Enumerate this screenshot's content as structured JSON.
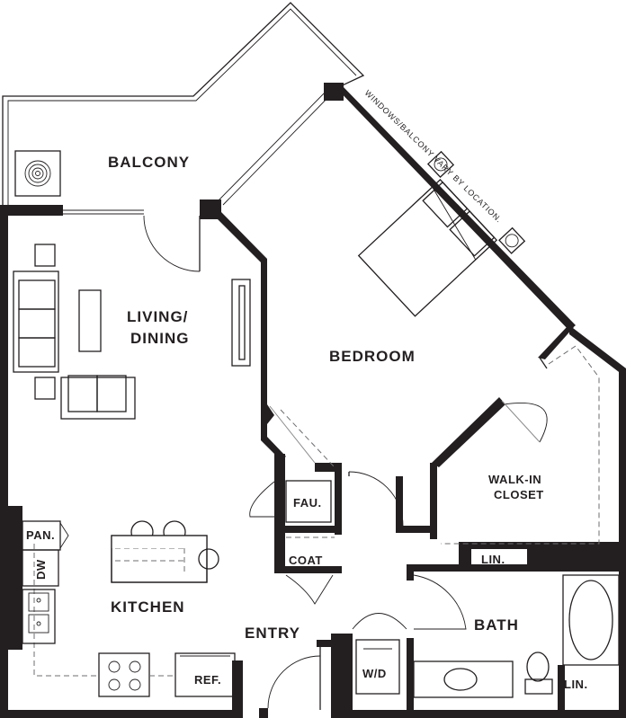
{
  "rooms": {
    "balcony": "BALCONY",
    "living_line1": "LIVING/",
    "living_line2": "DINING",
    "bedroom": "BEDROOM",
    "closet_line1": "WALK-IN",
    "closet_line2": "CLOSET",
    "kitchen": "KITCHEN",
    "entry": "ENTRY",
    "bath": "BATH"
  },
  "fixtures": {
    "pantry": "PAN.",
    "dishwasher": "DW",
    "fau": "FAU.",
    "coat": "COAT",
    "linen_bath": "LIN.",
    "linen_corner": "LIN.",
    "washer_dryer": "W/D",
    "refrigerator": "REF."
  },
  "note": "WINDOWS/BALCONY VARY BY LOCATION.",
  "colors": {
    "wall": "#231f20",
    "dashed": "#6d6e71",
    "background": "#ffffff"
  }
}
